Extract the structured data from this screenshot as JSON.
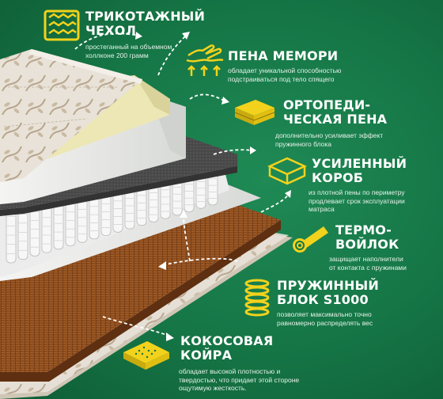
{
  "features": [
    {
      "id": "cover",
      "title": "ТРИКОТАЖНЫЙ\nЧЕХОЛ",
      "desc": "простеганный на объемном\nхоллконе 200 грамм",
      "icon": "knitted-cover-icon"
    },
    {
      "id": "memory",
      "title": "ПЕНА МЕМОРИ",
      "desc": "обладает уникальной способностью\nподстраиваться под тело спящего",
      "icon": "memory-foam-hand-icon"
    },
    {
      "id": "ortho",
      "title": "ОРТОПЕДИ-\nЧЕСКАЯ ПЕНА",
      "desc": "дополнительно усиливает эффект\nпружинного блока",
      "icon": "orthopedic-foam-icon"
    },
    {
      "id": "box",
      "title": "УСИЛЕННЫЙ\nКОРОБ",
      "desc": "из плотной пены по периметру\nпродлевает срок эксплуатации\nматраса",
      "icon": "reinforced-box-icon"
    },
    {
      "id": "felt",
      "title": "ТЕРМО-\nВОЙЛОК",
      "desc": "защищает наполнители\nот контакта с пружинами",
      "icon": "felt-roll-icon"
    },
    {
      "id": "springs",
      "title": "ПРУЖИННЫЙ\nБЛОК S1000",
      "desc": "позволяет максимально точно\nравномерно распределять вес",
      "icon": "spring-coil-icon"
    },
    {
      "id": "coir",
      "title": "КОКОСОВАЯ\nКОЙРА",
      "desc": "обладает высокой плотностью и\nтвердостью, что придает этой стороне\nощутимую жесткость.",
      "icon": "coconut-coir-icon"
    }
  ],
  "colors": {
    "background": "#157545",
    "accent": "#f2d21c",
    "memory_foam": "#ece7b4",
    "felt": "#4a4a4a",
    "coir": "#8a4a1c"
  }
}
